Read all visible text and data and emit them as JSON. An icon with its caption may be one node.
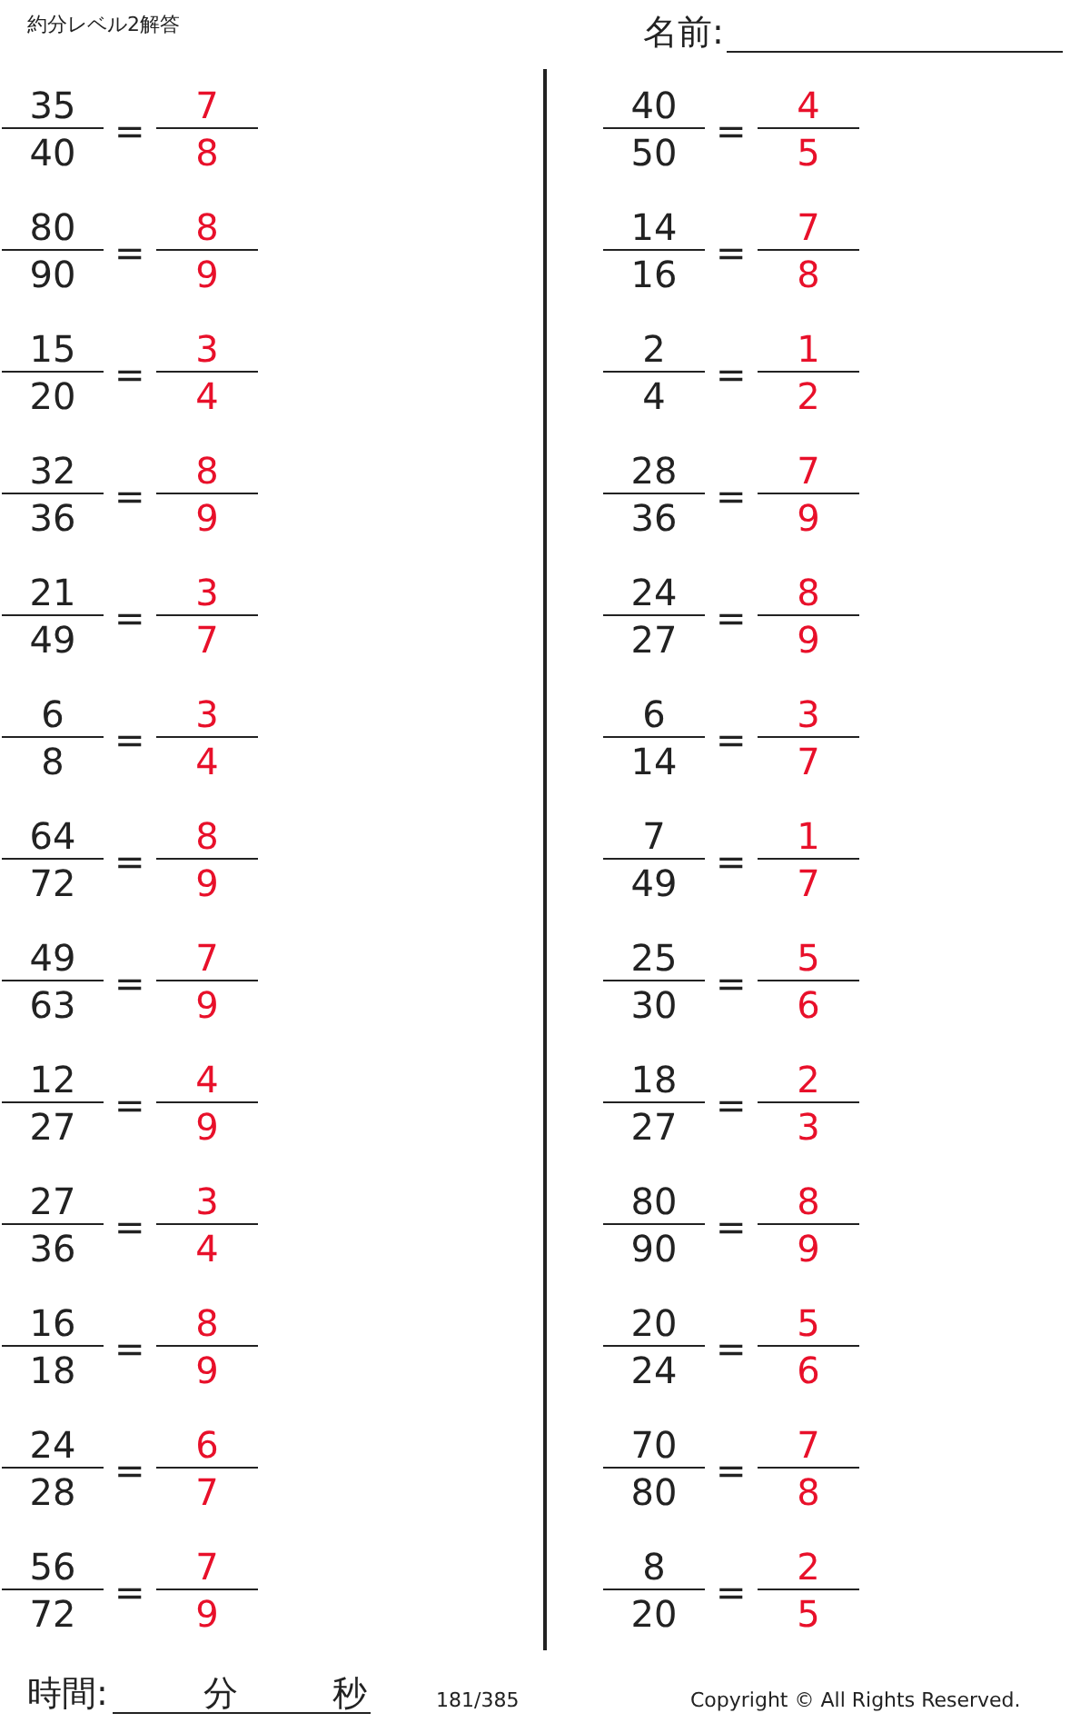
{
  "diagram": {
    "title": "約分レベル2解答",
    "labels": [
      "名前:",
      "35",
      "40",
      "=",
      "7",
      "8",
      "80",
      "90",
      "=",
      "8",
      "9",
      "15",
      "20",
      "=",
      "3",
      "4",
      "32",
      "36",
      "=",
      "8",
      "9",
      "21",
      "49",
      "=",
      "3",
      "7",
      "6",
      "8",
      "=",
      "3",
      "4",
      "64",
      "72",
      "=",
      "8",
      "9",
      "49",
      "63",
      "=",
      "7",
      "9",
      "12",
      "27",
      "=",
      "4",
      "9",
      "27",
      "36",
      "=",
      "3",
      "4",
      "16",
      "18",
      "=",
      "8",
      "9",
      "24",
      "28",
      "=",
      "6",
      "7",
      "56",
      "72",
      "=",
      "7",
      "9",
      "40",
      "50",
      "=",
      "4",
      "5",
      "14",
      "16",
      "=",
      "7",
      "8",
      "2",
      "4",
      "=",
      "1",
      "2",
      "28",
      "36",
      "=",
      "7",
      "9",
      "24",
      "27",
      "=",
      "8",
      "9",
      "6",
      "14",
      "=",
      "3",
      "7",
      "7",
      "49",
      "=",
      "1",
      "7",
      "25",
      "30",
      "=",
      "5",
      "6",
      "18",
      "27",
      "=",
      "2",
      "3",
      "80",
      "90",
      "=",
      "8",
      "9",
      "20",
      "24",
      "=",
      "5",
      "6",
      "70",
      "80",
      "=",
      "7",
      "8",
      "8",
      "20",
      "=",
      "2",
      "5",
      "時間:",
      "分",
      "秒",
      "181/385",
      "Copyright © All Rights Reserved."
    ]
  }
}
